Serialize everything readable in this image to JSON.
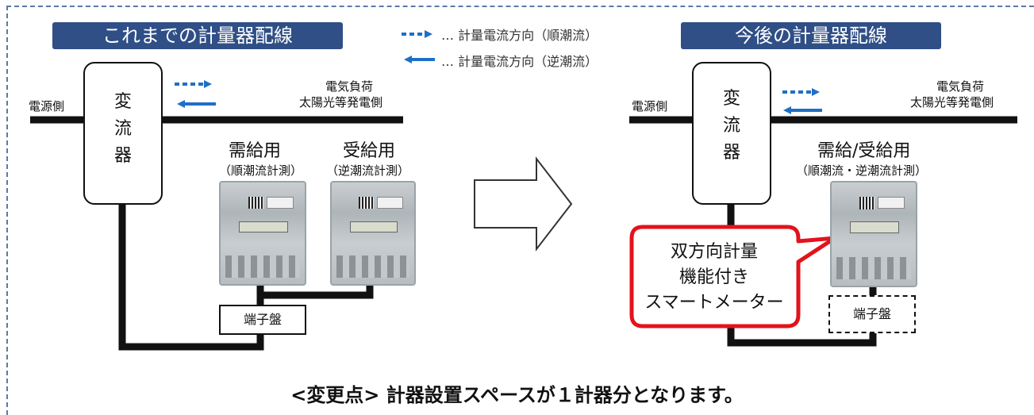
{
  "left": {
    "header": "これまでの計量器配線",
    "source_side": "電源側",
    "load_side_line1": "電気負荷",
    "load_side_line2": "太陽光等発電側",
    "transformer_chars": [
      "変",
      "流",
      "器"
    ],
    "meter1_title": "需給用",
    "meter1_sub": "（順潮流計測）",
    "meter2_title": "受給用",
    "meter2_sub": "（逆潮流計測）",
    "terminal": "端子盤"
  },
  "legend": {
    "forward": "… 計量電流方向（順潮流）",
    "reverse": "… 計量電流方向（逆潮流）"
  },
  "right": {
    "header": "今後の計量器配線",
    "source_side": "電源側",
    "load_side_line1": "電気負荷",
    "load_side_line2": "太陽光等発電側",
    "transformer_chars": [
      "変",
      "流",
      "器"
    ],
    "meter_title": "需給/受給用",
    "meter_sub": "（順潮流・逆潮流計測）",
    "terminal": "端子盤",
    "callout_lines": [
      "双方向計量",
      "機能付き",
      "スマートメーター"
    ]
  },
  "footer": "<変更点> 計器設置スペースが１計器分となります。",
  "colors": {
    "header_bg": "#2f4f86",
    "arrow_blue": "#1f6fc5",
    "callout_red": "#e3131b",
    "wire": "#111111"
  }
}
